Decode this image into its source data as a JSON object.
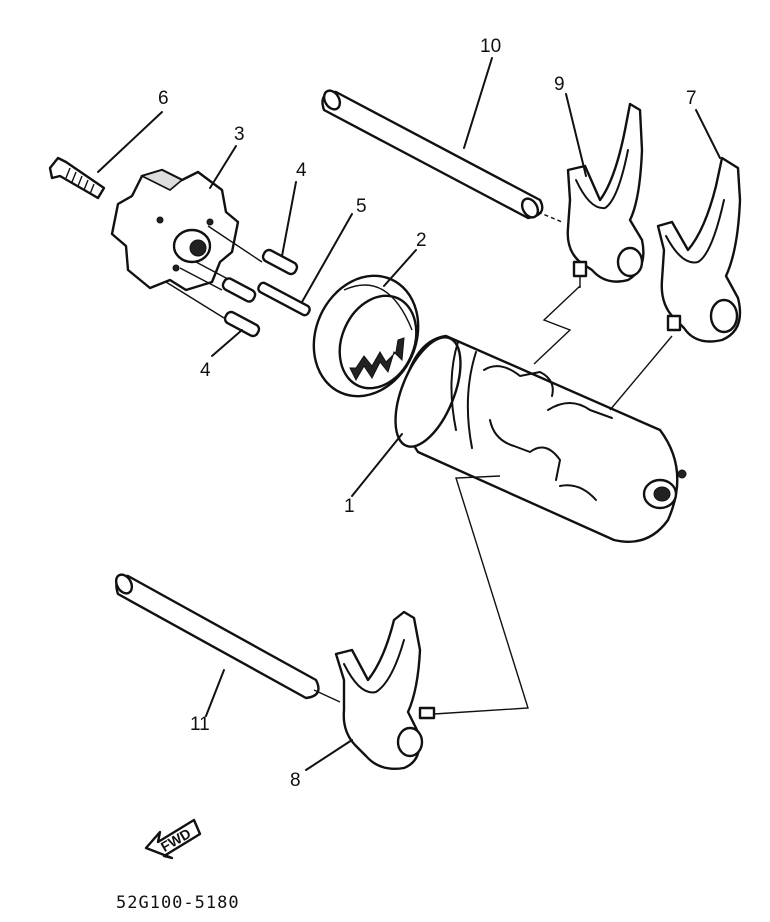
{
  "diagram": {
    "callouts": [
      {
        "id": "c1",
        "text": "1"
      },
      {
        "id": "c2",
        "text": "2"
      },
      {
        "id": "c3",
        "text": "3"
      },
      {
        "id": "c4a",
        "text": "4"
      },
      {
        "id": "c4b",
        "text": "4"
      },
      {
        "id": "c5",
        "text": "5"
      },
      {
        "id": "c6",
        "text": "6"
      },
      {
        "id": "c7",
        "text": "7"
      },
      {
        "id": "c8",
        "text": "8"
      },
      {
        "id": "c9",
        "text": "9"
      },
      {
        "id": "c10",
        "text": "10"
      },
      {
        "id": "c11",
        "text": "11"
      }
    ],
    "direction_arrow": {
      "text": "FWD"
    },
    "part_code": "52G100-5180"
  }
}
